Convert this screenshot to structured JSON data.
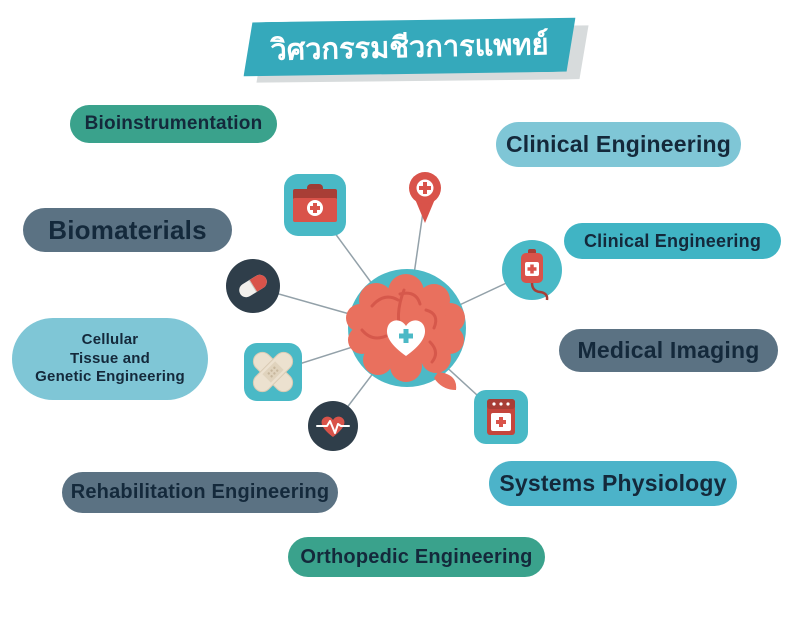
{
  "title": {
    "text": "วิศวกรรมชีวการแพทย์",
    "banner_color": "#35a9bb",
    "shadow_color": "#d7dbdc",
    "text_color": "#ffffff"
  },
  "labels": {
    "bioinstrumentation": {
      "text": "Bioinstrumentation",
      "color": "#3aa28c"
    },
    "clinical_engineering_top": {
      "text": "Clinical Engineering",
      "color": "#7fc6d6"
    },
    "biomaterials": {
      "text": "Biomaterials",
      "color": "#5b7283"
    },
    "clinical_engineering_right": {
      "text": "Clinical Engineering",
      "color": "#40b4c4"
    },
    "cellular_tissue_genetic": {
      "text": "Cellular\nTissue and\nGenetic Engineering",
      "color": "#7fc6d6"
    },
    "medical_imaging": {
      "text": "Medical Imaging",
      "color": "#5b7283"
    },
    "rehabilitation_engineering": {
      "text": "Rehabilitation Engineering",
      "color": "#5b7283"
    },
    "systems_physiology": {
      "text": "Systems Physiology",
      "color": "#4cb3c9"
    },
    "orthopedic_engineering": {
      "text": "Orthopedic Engineering",
      "color": "#3aa28c"
    }
  },
  "label_text_color": "#14293b",
  "center": {
    "icon": "brain-with-heart-cross",
    "circle_color": "#4cb9c6",
    "brain_color": "#e9705e"
  },
  "icons": [
    {
      "name": "first-aid-kit-icon",
      "background": "#49b9c6"
    },
    {
      "name": "location-pin-cross-icon",
      "background": "none"
    },
    {
      "name": "blood-bag-icon",
      "background": "#49b9c6"
    },
    {
      "name": "capsule-pill-icon",
      "background": "#2f3e4a"
    },
    {
      "name": "crossed-bandages-icon",
      "background": "#49b9c6"
    },
    {
      "name": "heartbeat-heart-icon",
      "background": "#2f3e4a"
    },
    {
      "name": "medicine-box-icon",
      "background": "#49b9c6"
    }
  ],
  "palette": {
    "teal_icon_bg": "#49b9c6",
    "dark_icon_bg": "#2f3e4a",
    "red": "#d9534a",
    "line_color": "#93a1a9"
  }
}
